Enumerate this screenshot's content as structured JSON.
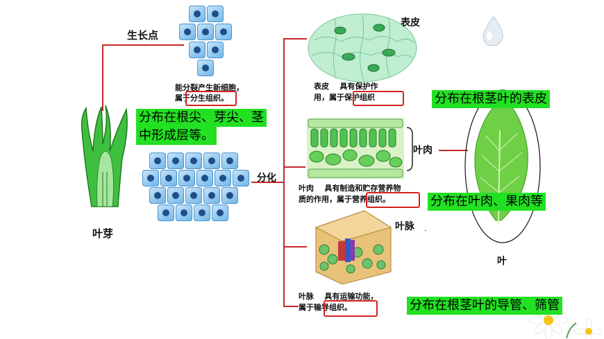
{
  "labels": {
    "growth_point": "生长点",
    "leaf_bud": "叶芽",
    "differentiation": "分化",
    "epidermis": "表皮",
    "mesophyll": "叶肉",
    "vein": "叶脉",
    "leaf": "叶"
  },
  "meristem": {
    "line1": "能分裂产生新细胞，",
    "line2_prefix": "属于",
    "tissue": "分生组织",
    "period": "。"
  },
  "epidermis_text": {
    "line1": "表皮    具有保护作",
    "line2_prefix": "用，属于",
    "tissue": "保护组织"
  },
  "mesophyll_text": {
    "line1": "叶肉    具有制造和贮存营养物",
    "line2_prefix": "质的作用，属于",
    "tissue": "营养组织",
    "period": "。"
  },
  "vein_text": {
    "line1": "叶脉    具有运输功能，",
    "line2_prefix": "属于",
    "tissue": "输导组织",
    "period": "。"
  },
  "highlights": {
    "meristem_line1": "分布在根尖、芽尖、茎",
    "meristem_line2": "中形成层等。",
    "protective": "分布在根茎叶的表皮",
    "nutrient": "分布在叶肉、果肉等",
    "conductive": "分布在根茎叶的导管、筛管"
  },
  "colors": {
    "line": "#c62828",
    "highlight": "#22e022",
    "box": "#d42020"
  }
}
